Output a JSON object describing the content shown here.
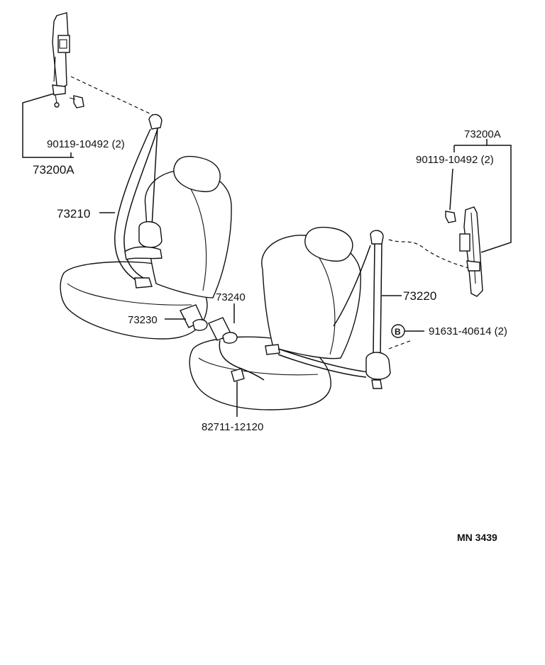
{
  "labels": {
    "left_bracket_part": "73200A",
    "left_bolt_part": "90119-10492 (2)",
    "left_belt": "73210",
    "left_buckle": "73230",
    "right_buckle": "73240",
    "right_belt": "73220",
    "right_bracket_part": "73200A",
    "right_bolt_part": "90119-10492 (2)",
    "b_marker": "B",
    "b_bolt_part": "91631-40614 (2)",
    "wire_part": "82711-12120",
    "figure_code": "MN  3439"
  }
}
